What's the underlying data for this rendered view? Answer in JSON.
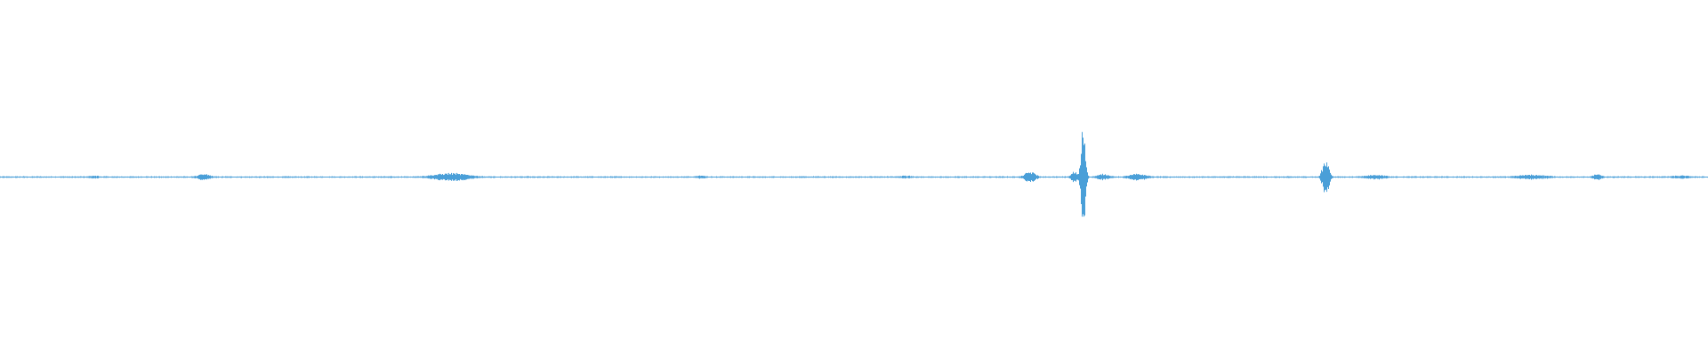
{
  "waveform": {
    "color": "#4a9fd8",
    "background": "#ffffff",
    "amplitude_scale": 1.0,
    "bursts": [
      {
        "position": 0.055,
        "width": 0.01,
        "amplitude": 0.02
      },
      {
        "position": 0.119,
        "width": 0.012,
        "amplitude": 0.04
      },
      {
        "position": 0.264,
        "width": 0.035,
        "amplitude": 0.05
      },
      {
        "position": 0.41,
        "width": 0.01,
        "amplitude": 0.02
      },
      {
        "position": 0.53,
        "width": 0.012,
        "amplitude": 0.02
      },
      {
        "position": 0.603,
        "width": 0.01,
        "amplitude": 0.07
      },
      {
        "position": 0.629,
        "width": 0.006,
        "amplitude": 0.07
      },
      {
        "position": 0.634,
        "width": 0.004,
        "amplitude": 0.64
      },
      {
        "position": 0.646,
        "width": 0.012,
        "amplitude": 0.04
      },
      {
        "position": 0.666,
        "width": 0.018,
        "amplitude": 0.04
      },
      {
        "position": 0.776,
        "width": 0.006,
        "amplitude": 0.22
      },
      {
        "position": 0.805,
        "width": 0.02,
        "amplitude": 0.03
      },
      {
        "position": 0.897,
        "width": 0.03,
        "amplitude": 0.03
      },
      {
        "position": 0.935,
        "width": 0.008,
        "amplitude": 0.04
      },
      {
        "position": 0.984,
        "width": 0.02,
        "amplitude": 0.02
      }
    ]
  }
}
